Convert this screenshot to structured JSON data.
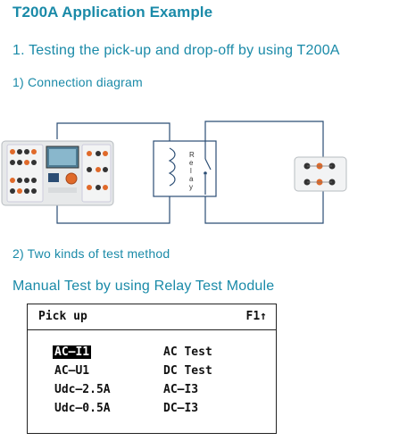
{
  "title": "T200A  Application Example",
  "section1": "1. Testing the pick-up and drop-off by using T200A",
  "section1_sub": "1) Connection diagram",
  "relay_label": [
    "R",
    "e",
    "l",
    "a",
    "y"
  ],
  "section2": "2) Two kinds of test method",
  "section3": "Manual Test by using Relay Test Module",
  "lcd": {
    "title": "Pick up",
    "page": "F1↑",
    "col1": [
      "AC–I1",
      "AC–U1",
      "Udc–2.5A",
      "Udc–0.5A"
    ],
    "col2": [
      "AC Test",
      "DC Test",
      "AC–I3",
      "DC–I3"
    ],
    "selected": "AC–I1"
  },
  "colors": {
    "accent": "#1a8aa8",
    "device_orange": "#e06a2a"
  }
}
